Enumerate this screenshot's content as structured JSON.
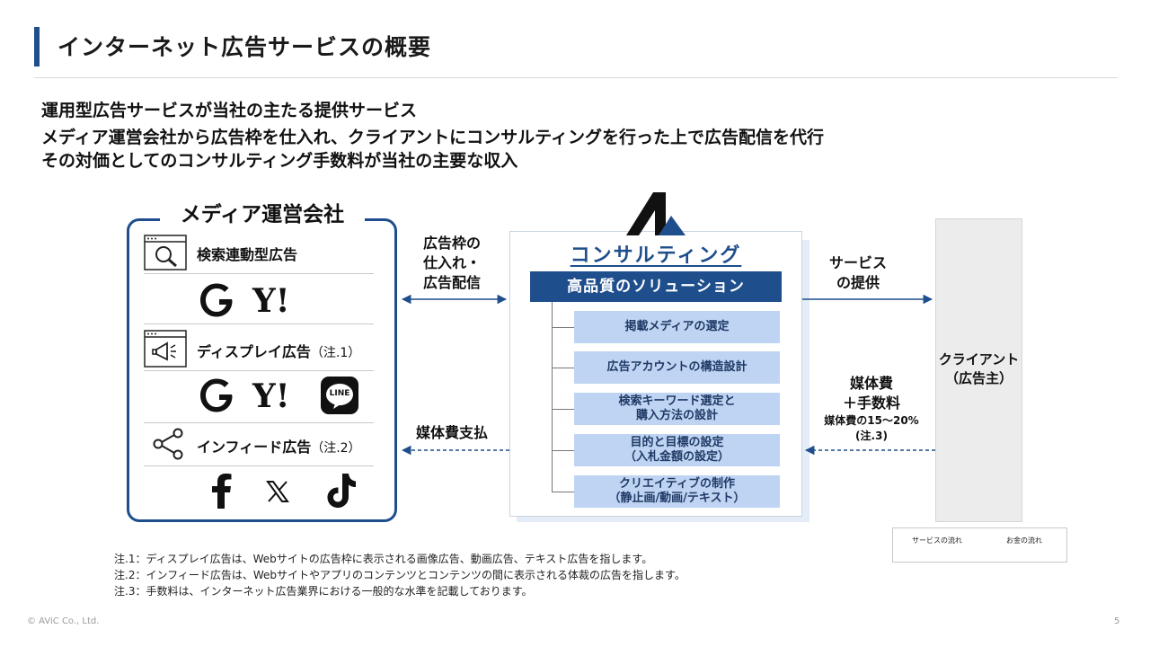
{
  "header": {
    "title": "インターネット広告サービスの概要"
  },
  "lead": [
    "運用型広告サービスが当社の主たる提供サービス",
    "メディア運営会社から広告枠を仕入れ、クライアントにコンサルティングを行った上で広告配信を代行",
    "その対価としてのコンサルティング手数料が当社の主要な収入"
  ],
  "media": {
    "title": "メディア運営会社",
    "categories": [
      {
        "label": "検索連動型広告",
        "note": "",
        "icon": "search-ad-icon"
      },
      {
        "label": "ディスプレイ広告",
        "note": "（注.1）",
        "icon": "megaphone-icon"
      },
      {
        "label": "インフィード広告",
        "note": "（注.2）",
        "icon": "share-icon"
      }
    ],
    "logos": {
      "line": "LINE",
      "yahoo": "Y!",
      "google": "G"
    }
  },
  "flows": {
    "purchase": [
      "広告枠の",
      "仕入れ・",
      "広告配信"
    ],
    "payment": "媒体費支払",
    "service": [
      "サービス",
      "の提供"
    ],
    "fee": {
      "main": [
        "媒体費",
        "＋手数料"
      ],
      "sub": [
        "媒体費の15～20%",
        "(注.3)"
      ]
    }
  },
  "consulting": {
    "title": "コンサルティング",
    "header": "高品質のソリューション",
    "items": [
      [
        "掲載メディアの選定"
      ],
      [
        "広告アカウントの構造設計"
      ],
      [
        "検索キーワード選定と",
        "購入方法の設計"
      ],
      [
        "目的と目標の設定",
        "（入札金額の設定）"
      ],
      [
        "クリエイティブの制作",
        "（静止画/動画/テキスト）"
      ]
    ]
  },
  "client": {
    "label": [
      "クライアント",
      "（広告主）"
    ]
  },
  "legend": {
    "service": "サービスの流れ",
    "money": "お金の流れ"
  },
  "notes": [
    "注.1：ディスプレイ広告は、Webサイトの広告枠に表示される画像広告、動画広告、テキスト広告を指します。",
    "注.2：インフィード広告は、Webサイトやアプリのコンテンツとコンテンツの間に表示される体裁の広告を指します。",
    "注.3：手数料は、インターネット広告業界における一般的な水準を記載しております。"
  ],
  "footer": {
    "copyright": "© AViC Co., Ltd.",
    "page": "5"
  },
  "colors": {
    "accent": "#1f4e8c",
    "item_fill": "#bfd4f2",
    "client_fill": "#ececec"
  }
}
